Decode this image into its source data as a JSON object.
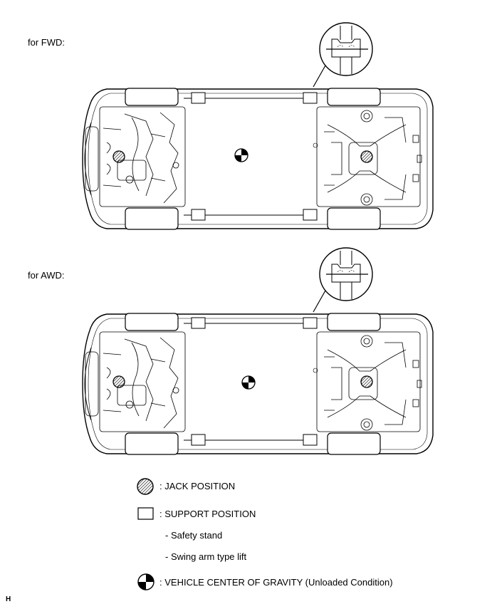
{
  "diagrams": [
    {
      "label": "for FWD:"
    },
    {
      "label": "for AWD:"
    }
  ],
  "legend": {
    "jack": ": JACK POSITION",
    "support": ": SUPPORT POSITION",
    "support_sub1": "- Safety stand",
    "support_sub2": "- Swing arm type lift",
    "gravity": ": VEHICLE CENTER OF GRAVITY (Unloaded Condition)"
  },
  "corner_code": "H"
}
